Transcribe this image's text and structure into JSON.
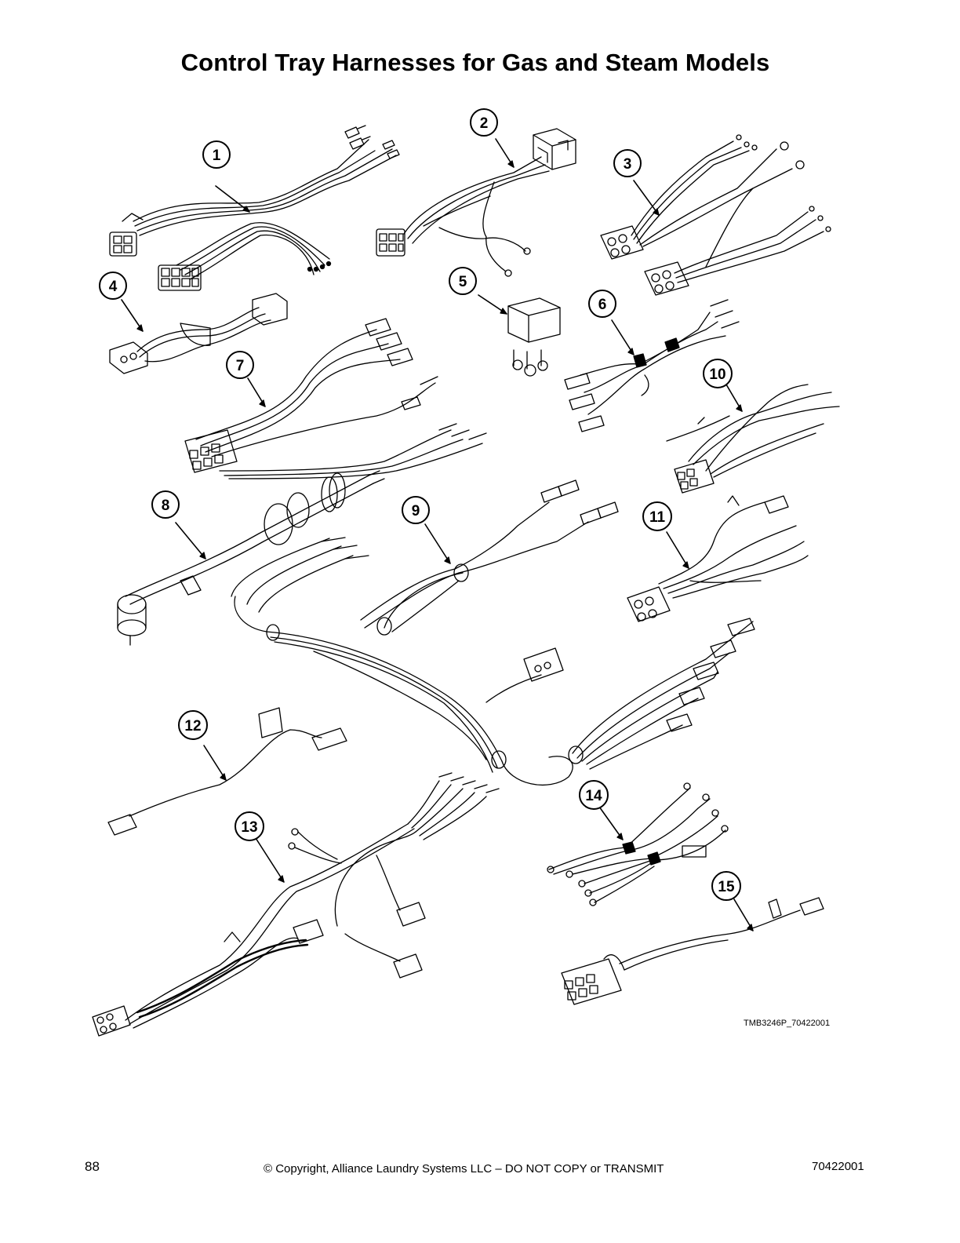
{
  "page": {
    "title": "Control Tray Harnesses for Gas and Steam Models",
    "drawing_id": "TMB3246P_70422001",
    "page_number": "88",
    "copyright": "© Copyright, Alliance Laundry Systems LLC – DO NOT COPY or TRANSMIT",
    "document_number": "70422001"
  },
  "callouts": [
    "1",
    "2",
    "3",
    "4",
    "5",
    "6",
    "7",
    "8",
    "9",
    "10",
    "11",
    "12",
    "13",
    "14",
    "15"
  ]
}
